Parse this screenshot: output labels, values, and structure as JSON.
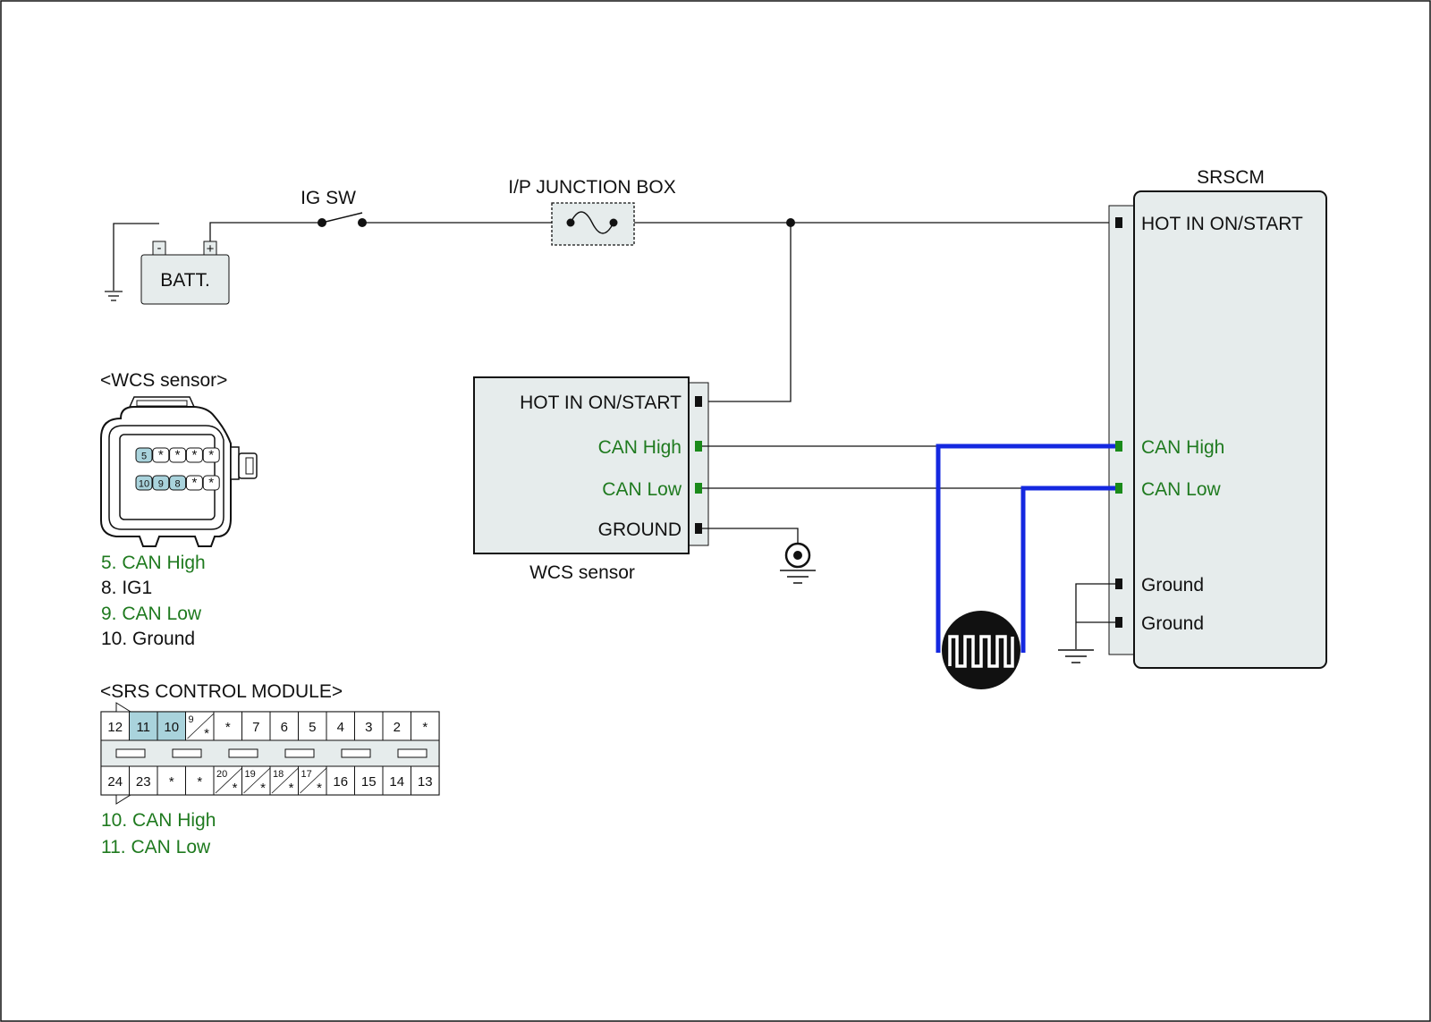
{
  "diagram": {
    "ig_sw": "IG SW",
    "junction_box": "I/P JUNCTION BOX",
    "battery": "BATT.",
    "battery_minus": "-",
    "battery_plus": "+",
    "srscm_title": "SRSCM",
    "srscm_pins": {
      "hot": "HOT IN ON/START",
      "can_high": "CAN High",
      "can_low": "CAN Low",
      "ground1": "Ground",
      "ground2": "Ground"
    },
    "wcs_box_label": "WCS sensor",
    "wcs_pins": {
      "hot": "HOT IN ON/START",
      "can_high": "CAN High",
      "can_low": "CAN Low",
      "ground": "GROUND"
    }
  },
  "wcs_connector": {
    "title": "<WCS sensor>",
    "top_row": [
      "5",
      "*",
      "*",
      "*",
      "*"
    ],
    "bottom_row": [
      "10",
      "9",
      "8",
      "*",
      "*"
    ],
    "legend": [
      {
        "text": "5. CAN High",
        "color": "#1f7a1f"
      },
      {
        "text": "8. IG1",
        "color": "#111111"
      },
      {
        "text": "9. CAN Low",
        "color": "#1f7a1f"
      },
      {
        "text": "10. Ground",
        "color": "#111111"
      }
    ]
  },
  "srs_connector": {
    "title": "<SRS CONTROL MODULE>",
    "top_row": [
      "12",
      "11",
      "10",
      "9",
      "*",
      "7",
      "6",
      "5",
      "4",
      "3",
      "2",
      "*"
    ],
    "bottom_row": [
      "24",
      "23",
      "*",
      "*",
      "20",
      "19",
      "18",
      "17",
      "16",
      "15",
      "14",
      "13"
    ],
    "legend": [
      {
        "text": "10. CAN High",
        "color": "#1f7a1f"
      },
      {
        "text": "11. CAN Low",
        "color": "#1f7a1f"
      }
    ]
  },
  "colors": {
    "can_wire": "#1428e0",
    "can_text": "#1f7a1f",
    "box_fill": "#e6ecec",
    "highlight_pin": "#a9d3dc"
  }
}
